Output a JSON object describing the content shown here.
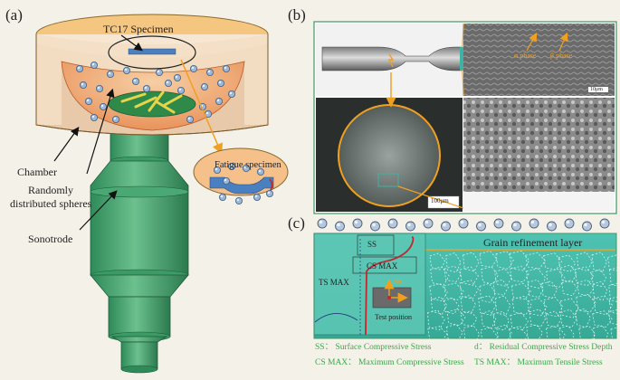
{
  "panel_a": {
    "letter": "(a)",
    "specimen_label": "TC17 Specimen",
    "fatigue_label": "Fatigue specimen",
    "chamber_label": "Chamber",
    "spheres_label_1": "Randomly",
    "spheres_label_2": "distributed spheres",
    "sonotrode_label": "Sonotrode"
  },
  "panel_b": {
    "letter": "(b)",
    "alpha_label": "α phase",
    "beta_label": "β phase",
    "scale_top": "10μm",
    "scale_bottom": "100μm"
  },
  "panel_c": {
    "letter": "(c)",
    "layer_label": "Grain refinement layer",
    "ss_label": "SS",
    "csmax_label": "CS MAX",
    "tsmax_label": "TS MAX",
    "angle_label": "90°",
    "test_label": "Test position",
    "legend_ss": "SS： Surface Compressive Stress",
    "legend_d": "d： Residual Compressive Stress Depth",
    "legend_cs": "CS MAX： Maximum Compressive Stress",
    "legend_ts": "TS MAX： Maximum Tensile Stress"
  },
  "colors": {
    "orange": "#f0a020",
    "teal": "#3fb3a3",
    "green": "#3c9a64",
    "red": "#c0282f"
  }
}
